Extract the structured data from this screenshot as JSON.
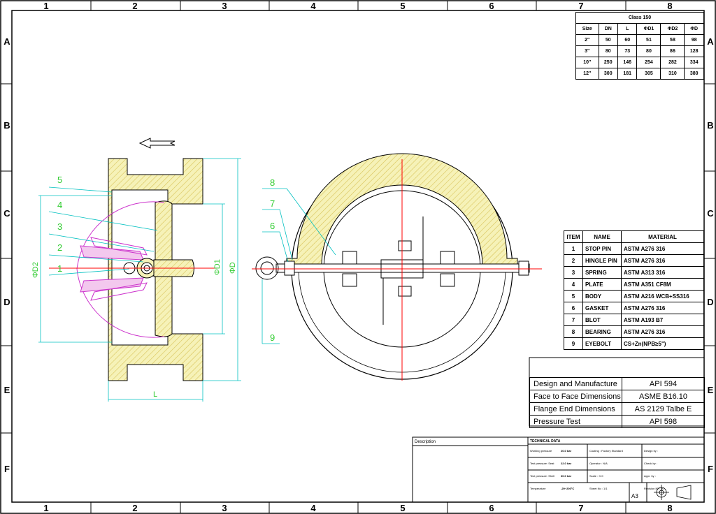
{
  "zones": {
    "columns": [
      "1",
      "2",
      "3",
      "4",
      "5",
      "6",
      "7",
      "8"
    ],
    "rows": [
      "A",
      "B",
      "C",
      "D",
      "E",
      "F"
    ]
  },
  "size_table": {
    "title": "Class 150",
    "headers": [
      "Size",
      "DN",
      "L",
      "ΦD1",
      "ΦD2",
      "ΦD"
    ],
    "rows": [
      [
        "2\"",
        "50",
        "60",
        "51",
        "58",
        "98"
      ],
      [
        "3\"",
        "80",
        "73",
        "80",
        "86",
        "128"
      ],
      [
        "10\"",
        "250",
        "146",
        "254",
        "282",
        "334"
      ],
      [
        "12\"",
        "300",
        "181",
        "305",
        "310",
        "380"
      ]
    ]
  },
  "parts_table": {
    "headers": [
      "ITEM",
      "NAME",
      "MATERIAL"
    ],
    "rows": [
      [
        "1",
        "STOP PIN",
        "ASTM A276 316"
      ],
      [
        "2",
        "HINGLE PIN",
        "ASTM A276 316"
      ],
      [
        "3",
        "SPRING",
        "ASTM A313 316"
      ],
      [
        "4",
        "PLATE",
        "ASTM A351 CF8M"
      ],
      [
        "5",
        "BODY",
        "ASTM A216 WCB+SS316"
      ],
      [
        "6",
        "GASKET",
        "ASTM A276 316"
      ],
      [
        "7",
        "BLOT",
        "ASTM A193 B7"
      ],
      [
        "8",
        "BEARING",
        "ASTM A276 316"
      ],
      [
        "9",
        "EYEBOLT",
        "CS+Zn(NPB≥5\")"
      ]
    ]
  },
  "standards": [
    [
      "Design and Manufacture",
      "API 594"
    ],
    [
      "Face to Face Dimensions",
      "ASME B16.10"
    ],
    [
      "Flange End Dimensions",
      "AS 2129 Talbe E"
    ],
    [
      "Pressure Test",
      "API 598"
    ]
  ],
  "title_block": {
    "description_label": "Description",
    "technical_data_label": "TECHNICAL DATA",
    "rows": [
      [
        "Working pressure",
        "20.0 bar",
        "Coating : Factory Standard",
        "Design by :"
      ],
      [
        "Test pressure: Seat",
        "22.0 bar",
        "Operator : N/A",
        "Check by :"
      ],
      [
        "Test pressure: Shell",
        "30.0 bar",
        "Scale : X:X",
        "Appr. by :"
      ],
      [
        "Temperature",
        "-29~200°C",
        "Sheet No : 1/1",
        "Revision Nº : 00"
      ]
    ],
    "sheet_size": "A3"
  },
  "drawing_labels": {
    "side_callouts": [
      "5",
      "4",
      "3",
      "2",
      "1"
    ],
    "front_callouts": [
      "8",
      "7",
      "6",
      "9"
    ],
    "dim_l": "L",
    "dim_d": "ΦD",
    "dim_d1": "ΦD1",
    "dim_d2": "ΦD2"
  },
  "colors": {
    "section_fill": "#f6f2b8",
    "hatch": "#d8c45a",
    "callout": "#00c0c0",
    "leader_text": "#33cc33",
    "center_line": "#ff0000",
    "disc": "#cc33cc"
  },
  "icons": [
    "flow-direction-arrow-icon",
    "projection-symbol-icon"
  ]
}
